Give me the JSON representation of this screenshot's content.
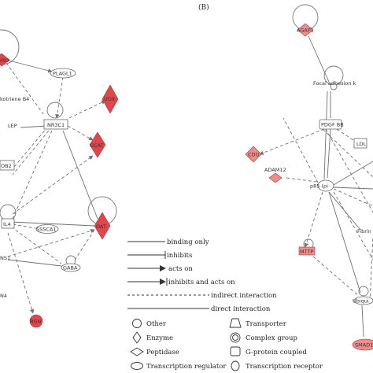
{
  "panel_label": "(B)",
  "left_network": {
    "nodes": {
      "ird": "IRD",
      "plagl1": "PLAGL1",
      "leukotriene_b4": "kotriene B4",
      "lep": "LEP",
      "nr3c1": "NR3C1",
      "uox": "UOX",
      "ob2": "OB2",
      "gcat": "GCAT",
      "il4": "IL4",
      "sssca1": "SSSCA1",
      "oat": "OAT",
      "ns1": "NS1",
      "gaba": "GABA",
      "n4": "N4",
      "rgn": "RGN"
    }
  },
  "right_network": {
    "nodes": {
      "agap1": "AGAP1",
      "focal_adhesion": "Focal adhesion k",
      "adam12": "ADAM12",
      "pdgf_bb": "PDGF BB",
      "cdo": "CDO",
      "ldl": "LDL",
      "p85": "p85 (pi",
      "fibrinogen": "Fibrin",
      "mttp": "MTTP",
      "ubiquitin": "Ubiqui",
      "smad1": "SMAD1"
    }
  },
  "legend": {
    "edges": [
      "binding only",
      "inhibits",
      "acts on",
      "inhibits and acts on",
      "indirect interaction",
      "direct interaction"
    ],
    "shapes": {
      "other": "Other",
      "enzyme": "Enzyme",
      "peptidase": "Peptidase",
      "transcription_regulator": "Transcription regulator",
      "transporter": "Transporter",
      "complex_group": "Complex  group",
      "g_protein_coupled": "G-protein  coupled",
      "transcription_receptor": "Transcription receptor"
    }
  },
  "colors": {
    "highlight_red": "#e0474c",
    "highlight_pink": "#f08c8c",
    "line": "#707070"
  }
}
